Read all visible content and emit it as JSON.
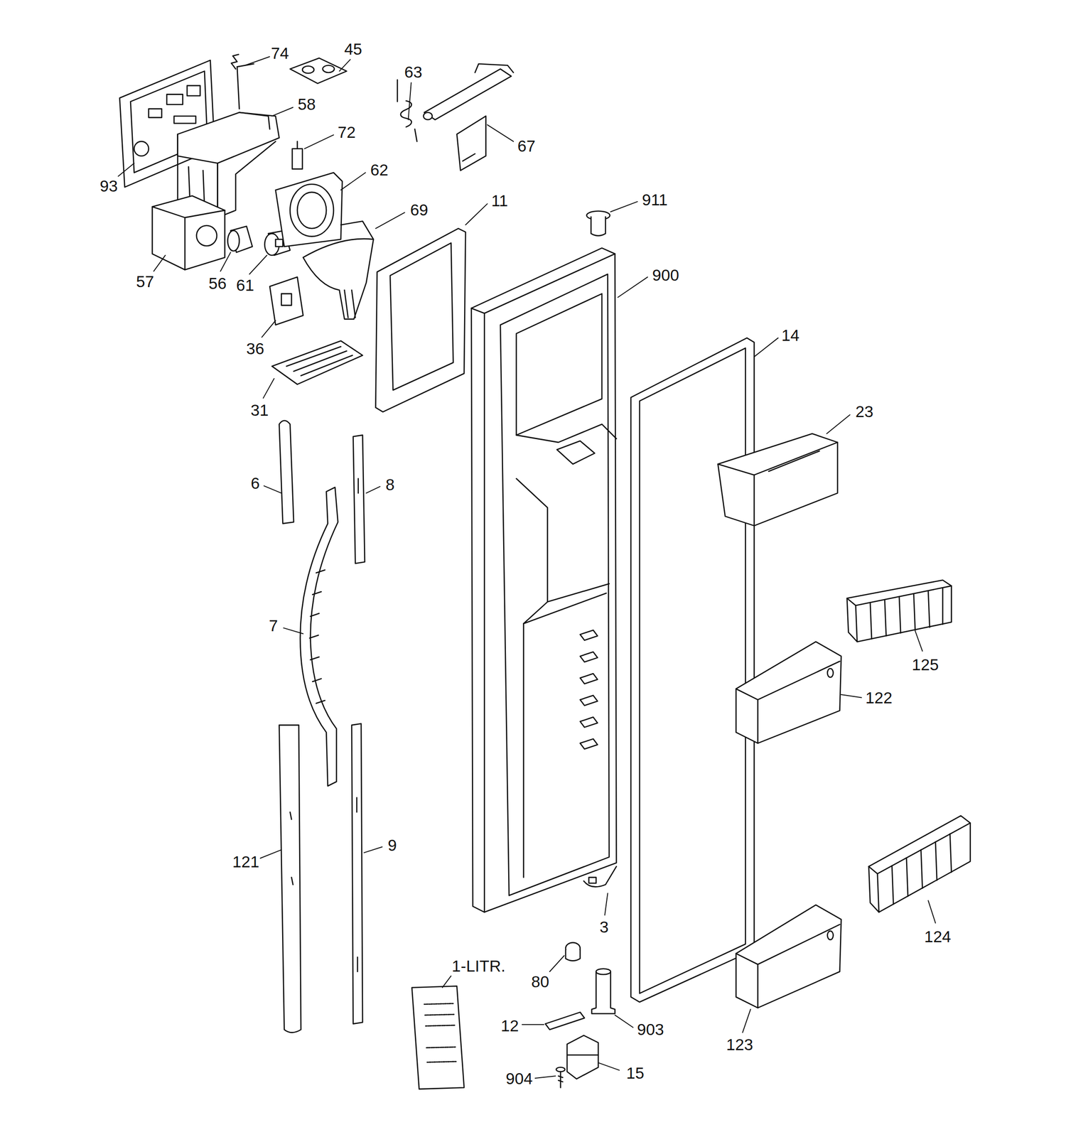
{
  "diagram": {
    "labels": [
      "74",
      "45",
      "63",
      "93",
      "58",
      "72",
      "67",
      "62",
      "11",
      "69",
      "911",
      "57",
      "56",
      "61",
      "900",
      "36",
      "14",
      "31",
      "23",
      "6",
      "8",
      "7",
      "125",
      "122",
      "121",
      "9",
      "3",
      "124",
      "1-LITR.",
      "80",
      "903",
      "12",
      "123",
      "904",
      "15"
    ]
  }
}
